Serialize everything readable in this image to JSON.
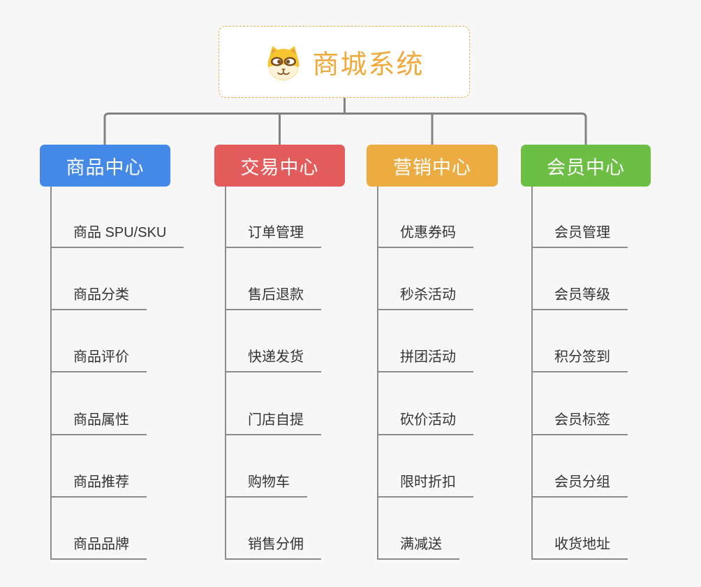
{
  "canvas": {
    "background": "#F7F7F7"
  },
  "root": {
    "title": "商城系统",
    "title_color": "#F2A93C",
    "border_color": "#E8AC53",
    "icon": "shiba-dog-icon"
  },
  "connectors": {
    "color": "#828282"
  },
  "branches": [
    {
      "title": "商品中心",
      "color": "#4589E8",
      "items": [
        "商品 SPU/SKU",
        "商品分类",
        "商品评价",
        "商品属性",
        "商品推荐",
        "商品品牌"
      ]
    },
    {
      "title": "交易中心",
      "color": "#E45B5B",
      "items": [
        "订单管理",
        "售后退款",
        "快递发货",
        "门店自提",
        "购物车",
        "销售分佣"
      ]
    },
    {
      "title": "营销中心",
      "color": "#ECAC41",
      "items": [
        "优惠券码",
        "秒杀活动",
        "拼团活动",
        "砍价活动",
        "限时折扣",
        "满减送"
      ]
    },
    {
      "title": "会员中心",
      "color": "#6CBE44",
      "items": [
        "会员管理",
        "会员等级",
        "积分签到",
        "会员标签",
        "会员分组",
        "收货地址"
      ]
    }
  ]
}
